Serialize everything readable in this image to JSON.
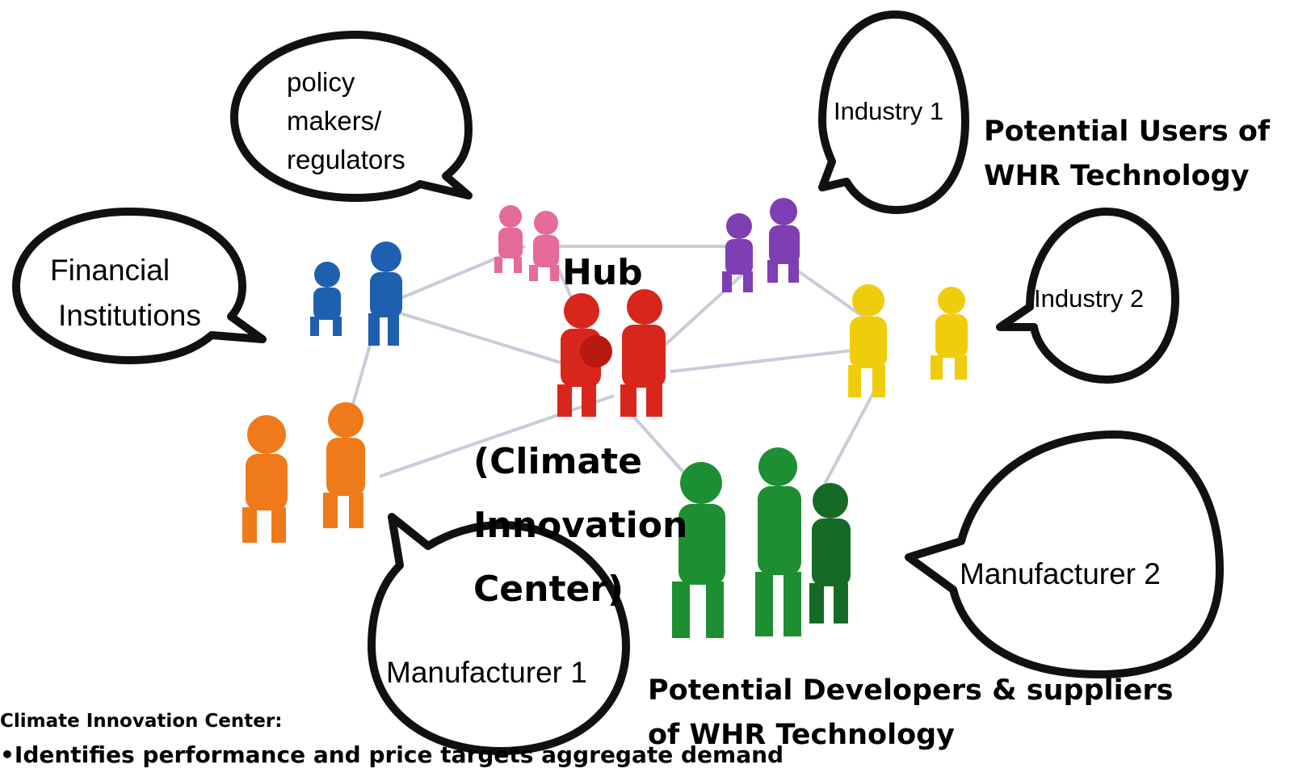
{
  "hub": {
    "title": "Hub",
    "subtitle_lines": [
      "(Climate",
      "Innovation",
      "Center)"
    ]
  },
  "bubbles": {
    "policy": [
      "policy",
      "makers/",
      "regulators"
    ],
    "financial": [
      "Financial",
      "Institutions"
    ],
    "industry1": "Industry 1",
    "industry2": "Industry 2",
    "manufacturer1": "Manufacturer 1",
    "manufacturer2": "Manufacturer 2"
  },
  "groups": {
    "users": [
      "Potential Users of",
      "WHR Technology"
    ],
    "developers": [
      "Potential Developers & suppliers",
      "of WHR Technology"
    ]
  },
  "footer": {
    "title": "Climate Innovation Center:",
    "bullet": "•Identifies performance and price targets aggregate demand"
  },
  "colors": {
    "pink": "#e66a9a",
    "blue": "#1f5fb0",
    "purple": "#7d3fb3",
    "red": "#d8261c",
    "yellow": "#f0cd0c",
    "orange": "#ef7a1a",
    "green": "#1d8f32"
  }
}
